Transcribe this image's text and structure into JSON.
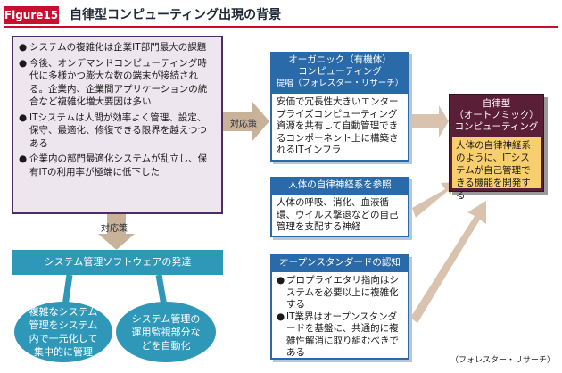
{
  "header": {
    "figure_label": "Figure15",
    "title": "自律型コンピューティング出現の背景"
  },
  "problems": {
    "bullets": [
      "システムの複雑化は企業IT部門最大の課題",
      "今後、オンデマンドコンピューティング時代に多様かつ膨大な数の端末が接続される。企業内、企業間アプリケーションの統合など複雑化増大要因は多い",
      "ITシステムは人間が効率よく管理、設定、保守、最適化、修復できる限界を越えつつある",
      "企業内の部門最適化システムが乱立し、保有ITの利用率が極端に低下した"
    ],
    "bullet_symbol": "●"
  },
  "arrows": {
    "right_label": "対応策",
    "down_label": "対応策"
  },
  "organic": {
    "header_lines": [
      "オーガニック（有機体）",
      "コンピューティング",
      "提唱（フォレスター・リサーチ）"
    ],
    "body": "安価で冗長性大きいエンタープライズコンピューティング資源を共有して自動管理できるコンポーネント上に構築されるITインフラ"
  },
  "nervous": {
    "header": "人体の自律神経系を参照",
    "body": "人体の呼吸、消化、血液循環、ウイルス撃退などの自己管理を支配する神経"
  },
  "open_std": {
    "header": "オープンスタンダードの認知",
    "bullets": [
      "プロプライエタリ指向はシステムを必要以上に複雑化する",
      "IT業界はオープンスタンダードを基盤に、共通的に複雑性解消に取り組むべきである"
    ]
  },
  "autonomic": {
    "header_lines": [
      "自律型",
      "（オートノミック）",
      "コンピューティング"
    ],
    "body": "人体の自律神経系のように、ITシステムが自己管理できる機能を開発する"
  },
  "management": {
    "bar": "システム管理ソフトウェアの発達",
    "left_ellipse": "複雑なシステム管理をシステム内で一元化して集中的に管理",
    "right_ellipse": "システム管理の運用監視部分などを自動化"
  },
  "source": "（フォレスター・リサーチ）",
  "colors": {
    "badge_red": "#c8102e",
    "problem_border": "#4d2c5e",
    "problem_fill": "#ede6ee",
    "blue_header": "#2a6aa8",
    "teal": "#2f98b9",
    "maroon": "#5a1f36",
    "yellow": "#f7cf6e",
    "arrow_tan": "#c9b29a"
  }
}
